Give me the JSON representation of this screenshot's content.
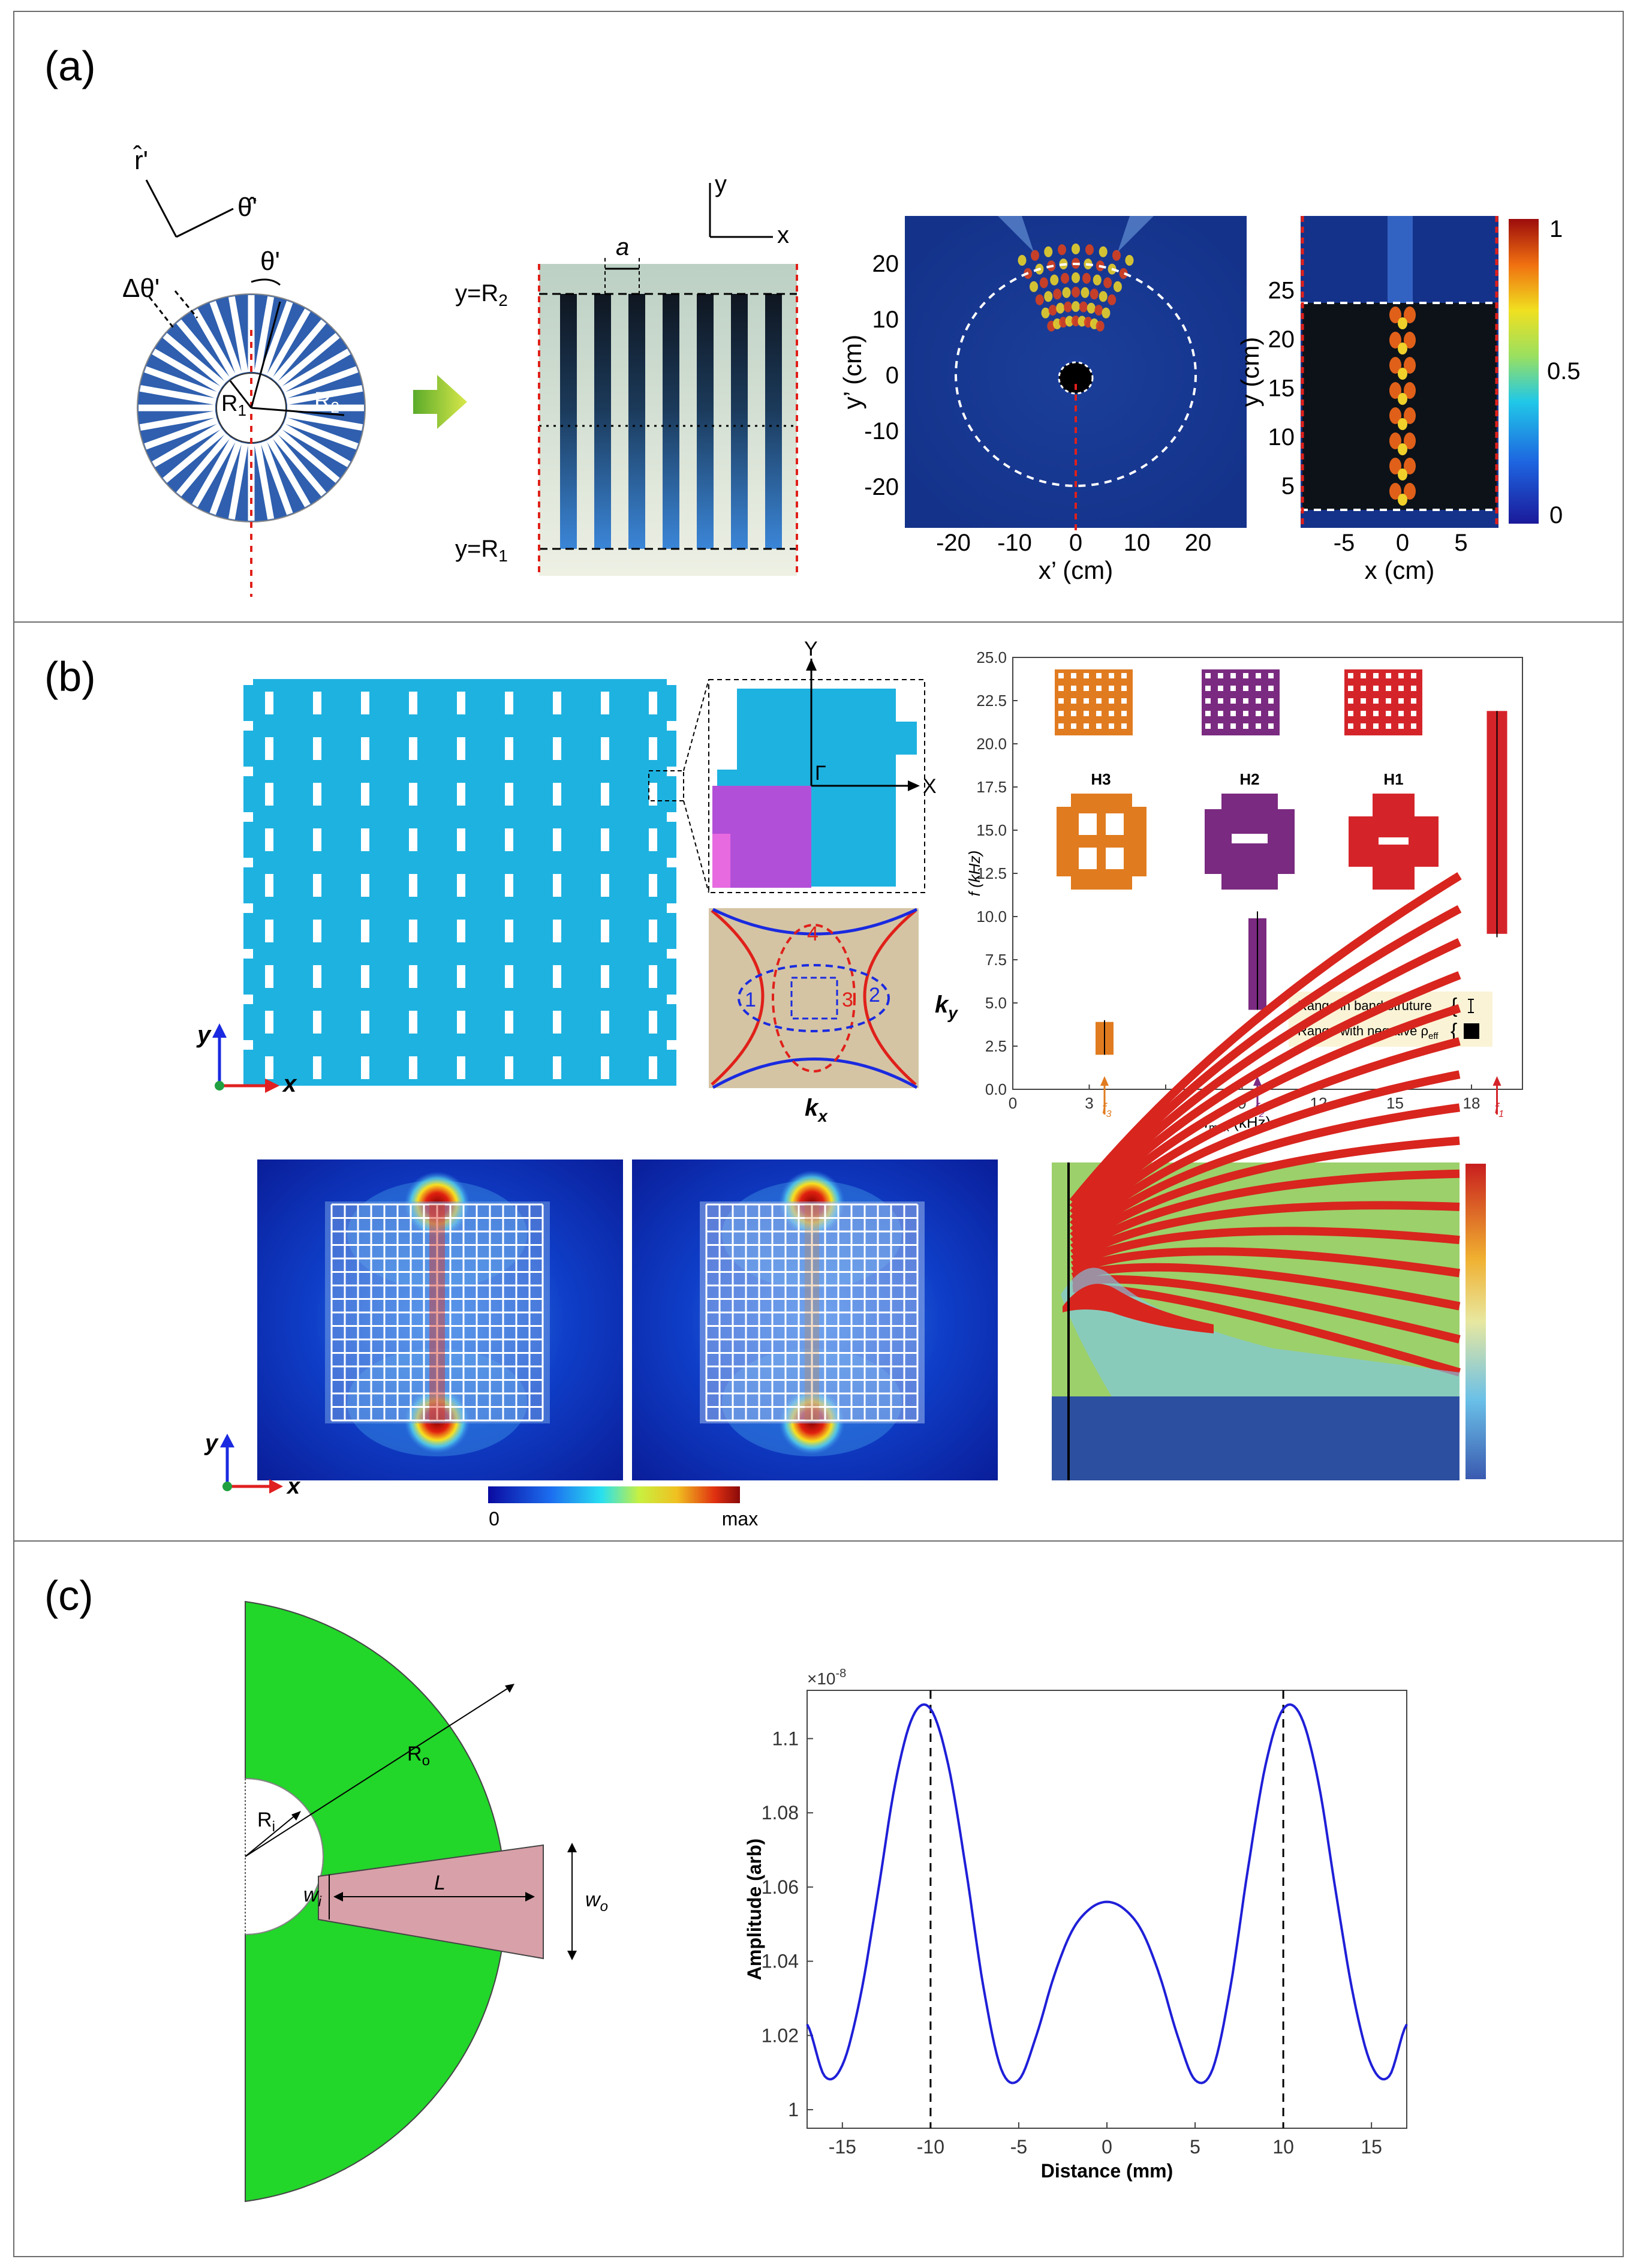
{
  "panels": {
    "a": {
      "label": "(a)",
      "polar_axes": {
        "r_hat": "r̂'",
        "theta_hat": "θ̂'"
      },
      "disk_labels": {
        "delta_theta": "Δθ'",
        "theta": "θ'",
        "r1": "R",
        "r1_sub": "1",
        "r2": "R",
        "r2_sub": "2"
      },
      "cartesian_axes": {
        "y": "y",
        "x": "x"
      },
      "slab_labels": {
        "period": "a",
        "top": "y=R",
        "top_sub": "2",
        "bottom": "y=R",
        "bottom_sub": "1"
      },
      "field_polar": {
        "ylabel": "y’ (cm)",
        "xlabel": "x’ (cm)",
        "yticks": [
          "20",
          "10",
          "0",
          "-10",
          "-20"
        ],
        "xticks": [
          "-20",
          "-10",
          "0",
          "10",
          "20"
        ]
      },
      "field_cart": {
        "ylabel": "y (cm)",
        "xlabel": "x (cm)",
        "yticks": [
          "25",
          "20",
          "15",
          "10",
          "5"
        ],
        "xticks": [
          "-5",
          "0",
          "5"
        ]
      },
      "colorbar": {
        "ticks": [
          "1",
          "0.5",
          "0"
        ]
      }
    },
    "b": {
      "label": "(b)",
      "lattice_axes": {
        "y": "y",
        "x": "x"
      },
      "unit_cell_axes": {
        "Y": "Y",
        "X": "X",
        "Gamma": "Γ"
      },
      "efc": {
        "curve_labels": [
          "1",
          "2",
          "3",
          "4"
        ],
        "ky": "k",
        "ky_sub": "y",
        "kx": "k",
        "kx_sub": "x"
      },
      "field_axes": {
        "y": "y",
        "x": "x"
      },
      "field_colorbar": {
        "min": "0",
        "max": "max"
      },
      "band_chart": {
        "ylabel": "f (kHz)",
        "xlabel": "f",
        "xlabel_sub": "max",
        "xlabel_unit": " (kHz)",
        "yticks": [
          "0.0",
          "2.5",
          "5.0",
          "7.5",
          "10.0",
          "12.5",
          "15.0",
          "17.5",
          "20.0",
          "22.5",
          "25.0"
        ],
        "xticks": [
          "0",
          "3",
          "6",
          "9",
          "12",
          "15",
          "18"
        ],
        "structure_labels": [
          "H3",
          "H2",
          "H1"
        ],
        "marker_labels": [
          "f",
          "f",
          "f"
        ],
        "marker_subs": [
          "3",
          "2",
          "1"
        ],
        "legend": {
          "band": "Range in band struture",
          "negative": "Range with negative ρ",
          "negative_sub": "eff"
        }
      }
    },
    "c": {
      "label": "(c)",
      "geometry": {
        "ri": "R",
        "ri_sub": "i",
        "ro": "R",
        "ro_sub": "o",
        "wi": "w",
        "wi_sub": "i",
        "wo": "w",
        "wo_sub": "o",
        "length": "L"
      },
      "chart": {
        "scale_label": "×10",
        "scale_exp": "-8",
        "ylabel": "Amplitude (arb)",
        "xlabel": "Distance (mm)",
        "yticks": [
          "1",
          "1.02",
          "1.04",
          "1.06",
          "1.08",
          "1.1"
        ],
        "xticks": [
          "-15",
          "-10",
          "-5",
          "0",
          "5",
          "10",
          "15"
        ]
      }
    }
  },
  "chart_data": [
    {
      "type": "bar",
      "categories": [
        "f3",
        "f2",
        "f1"
      ],
      "x": [
        3.6,
        9.6,
        19.0
      ],
      "band_range": [
        [
          2.0,
          4.0
        ],
        [
          4.6,
          10.3
        ],
        [
          8.8,
          21.9
        ]
      ],
      "negative_range": [
        [
          2.0,
          3.9
        ],
        [
          4.6,
          9.9
        ],
        [
          9.0,
          21.9
        ]
      ],
      "xlim": [
        0,
        20
      ],
      "ylim": [
        0,
        25
      ],
      "colors": [
        "#e07b1f",
        "#7a2a80",
        "#d4242a"
      ]
    },
    {
      "type": "line",
      "x": [
        -17,
        -16,
        -15,
        -14,
        -13,
        -12,
        -11,
        -10,
        -9,
        -8,
        -7,
        -6,
        -5,
        -4,
        -3,
        -2,
        -1,
        0,
        1,
        2,
        3,
        4,
        5,
        6,
        7,
        8,
        9,
        10,
        11,
        12,
        13,
        14,
        15,
        16,
        17
      ],
      "series": [
        {
          "values": [
            1.023,
            1.009,
            1.012,
            1.03,
            1.058,
            1.088,
            1.106,
            1.108,
            1.093,
            1.065,
            1.033,
            1.011,
            1.008,
            1.02,
            1.036,
            1.048,
            1.054,
            1.056,
            1.054,
            1.048,
            1.036,
            1.02,
            1.008,
            1.011,
            1.033,
            1.065,
            1.093,
            1.108,
            1.106,
            1.088,
            1.058,
            1.03,
            1.012,
            1.009,
            1.023
          ]
        }
      ],
      "vlines": [
        -10,
        10
      ],
      "xlim": [
        -17,
        17
      ],
      "ylim": [
        0.995,
        1.113
      ],
      "color": "#1f1fd8"
    }
  ]
}
